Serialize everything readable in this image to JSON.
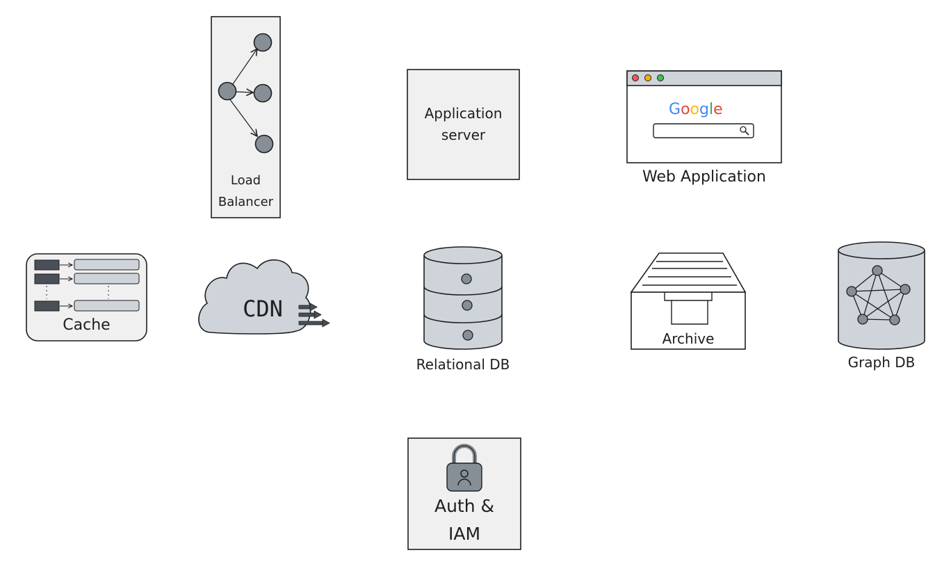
{
  "components": {
    "load_balancer": {
      "label_line1": "Load",
      "label_line2": "Balancer"
    },
    "app_server": {
      "label_line1": "Application",
      "label_line2": "server"
    },
    "web_app": {
      "label": "Web Application",
      "logo": "Google",
      "search_icon": "search-icon"
    },
    "cache": {
      "label": "Cache"
    },
    "cdn": {
      "label": "CDN"
    },
    "relational_db": {
      "label": "Relational DB"
    },
    "archive": {
      "label": "Archive"
    },
    "graph_db": {
      "label": "Graph DB"
    },
    "auth": {
      "label_line1": "Auth &",
      "label_line2": "IAM"
    }
  },
  "colors": {
    "stroke": "#1e1e1e",
    "box_fill": "#f0f0f0",
    "node_fill": "#868e96",
    "db_fill": "#ced4da",
    "dark_fill": "#495057",
    "browser_bar": "#ced4da",
    "dot_red": "#fa5252",
    "dot_yellow": "#fab005",
    "dot_green": "#40c057"
  }
}
